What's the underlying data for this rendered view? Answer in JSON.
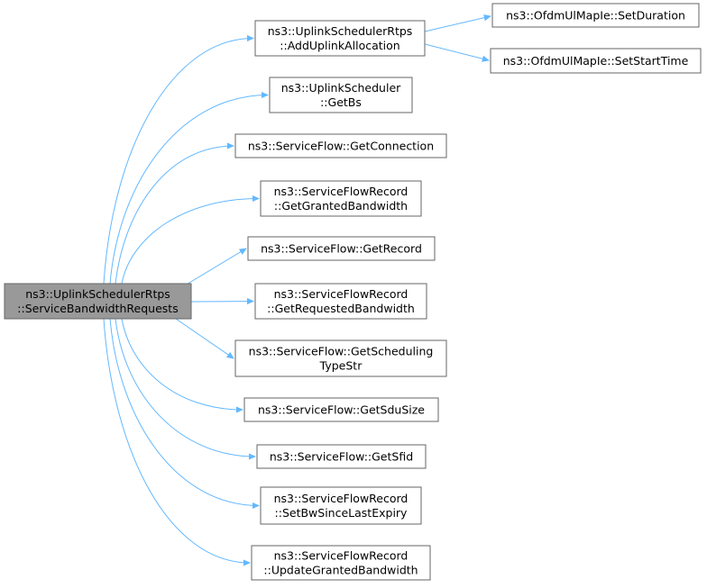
{
  "graph": {
    "root": {
      "lines": [
        "ns3::UplinkSchedulerRtps",
        "::ServiceBandwidthRequests"
      ]
    },
    "callees": [
      {
        "lines": [
          "ns3::UplinkSchedulerRtps",
          "::AddUplinkAllocation"
        ]
      },
      {
        "lines": [
          "ns3::UplinkScheduler",
          "::GetBs"
        ]
      },
      {
        "lines": [
          "ns3::ServiceFlow::GetConnection"
        ]
      },
      {
        "lines": [
          "ns3::ServiceFlowRecord",
          "::GetGrantedBandwidth"
        ]
      },
      {
        "lines": [
          "ns3::ServiceFlow::GetRecord"
        ]
      },
      {
        "lines": [
          "ns3::ServiceFlowRecord",
          "::GetRequestedBandwidth"
        ]
      },
      {
        "lines": [
          "ns3::ServiceFlow::GetScheduling",
          "TypeStr"
        ]
      },
      {
        "lines": [
          "ns3::ServiceFlow::GetSduSize"
        ]
      },
      {
        "lines": [
          "ns3::ServiceFlow::GetSfid"
        ]
      },
      {
        "lines": [
          "ns3::ServiceFlowRecord",
          "::SetBwSinceLastExpiry"
        ]
      },
      {
        "lines": [
          "ns3::ServiceFlowRecord",
          "::UpdateGrantedBandwidth"
        ]
      }
    ],
    "second_level": [
      {
        "lines": [
          "ns3::OfdmUlMapIe::SetDuration"
        ]
      },
      {
        "lines": [
          "ns3::OfdmUlMapIe::SetStartTime"
        ]
      }
    ],
    "colors": {
      "edge": "#63b8ff",
      "root_fill": "#999999",
      "node_fill": "#ffffff",
      "border": "#666666"
    }
  }
}
